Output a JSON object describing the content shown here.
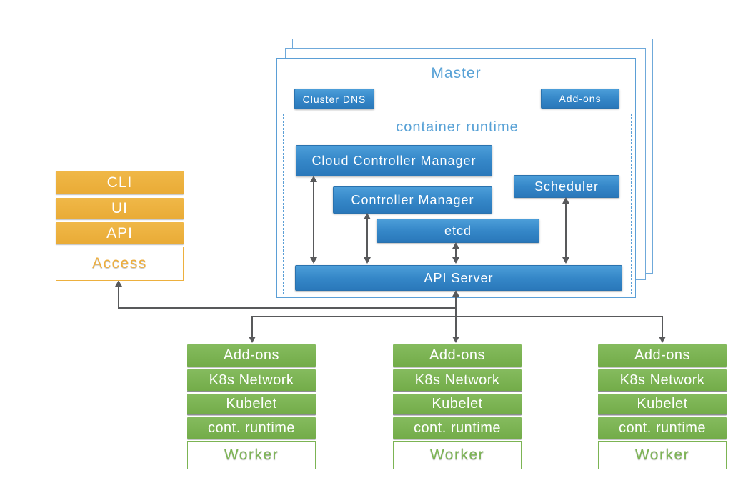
{
  "colors": {
    "box_blue": "#3587c8",
    "title_blue": "#57a1d6",
    "outline_blue": "#5b9fd6",
    "orange": "#edb03e",
    "green": "#7cb454",
    "arrow_gray": "#58595b"
  },
  "master": {
    "title": "Master",
    "cluster_dns": "Cluster DNS",
    "addons": "Add-ons"
  },
  "runtime": {
    "title": "container runtime",
    "cloud_controller_manager": "Cloud Controller Manager",
    "controller_manager": "Controller Manager",
    "scheduler": "Scheduler",
    "etcd": "etcd",
    "api_server": "API Server"
  },
  "access_stack": {
    "rows": [
      "CLI",
      "UI",
      "API"
    ],
    "base": "Access"
  },
  "workers": [
    {
      "rows": [
        "Add-ons",
        "K8s Network",
        "Kubelet",
        "cont. runtime"
      ],
      "base": "Worker"
    },
    {
      "rows": [
        "Add-ons",
        "K8s Network",
        "Kubelet",
        "cont. runtime"
      ],
      "base": "Worker"
    },
    {
      "rows": [
        "Add-ons",
        "K8s Network",
        "Kubelet",
        "cont. runtime"
      ],
      "base": "Worker"
    }
  ],
  "edges": [
    {
      "from": "Cloud Controller Manager",
      "to": "API Server",
      "bidirectional": true
    },
    {
      "from": "Controller Manager",
      "to": "API Server",
      "bidirectional": true
    },
    {
      "from": "etcd",
      "to": "API Server",
      "bidirectional": true
    },
    {
      "from": "Scheduler",
      "to": "API Server",
      "bidirectional": true
    },
    {
      "from": "API Server",
      "to": "Access",
      "bidirectional": false
    },
    {
      "from": "API Server",
      "to": "Worker 1",
      "bidirectional": true
    },
    {
      "from": "API Server",
      "to": "Worker 2",
      "bidirectional": true
    },
    {
      "from": "API Server",
      "to": "Worker 3",
      "bidirectional": true
    }
  ]
}
